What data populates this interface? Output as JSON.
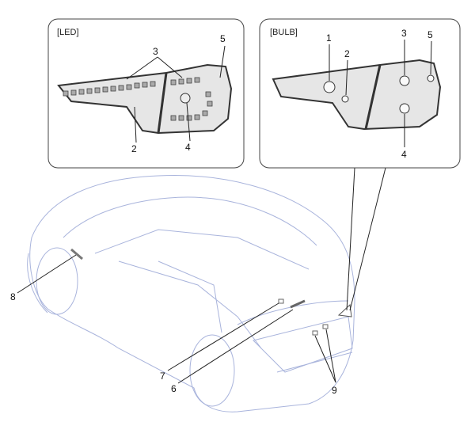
{
  "led_panel": {
    "title": "[LED]",
    "callouts": [
      "3",
      "5",
      "2",
      "4"
    ]
  },
  "bulb_panel": {
    "title": "[BULB]",
    "callouts": [
      "1",
      "2",
      "3",
      "5",
      "4"
    ]
  },
  "main_callouts": [
    "8",
    "7",
    "6",
    "9"
  ],
  "colors": {
    "car_outline": "#a9b4dc",
    "frame": "#444444",
    "lamp": "#555555"
  }
}
